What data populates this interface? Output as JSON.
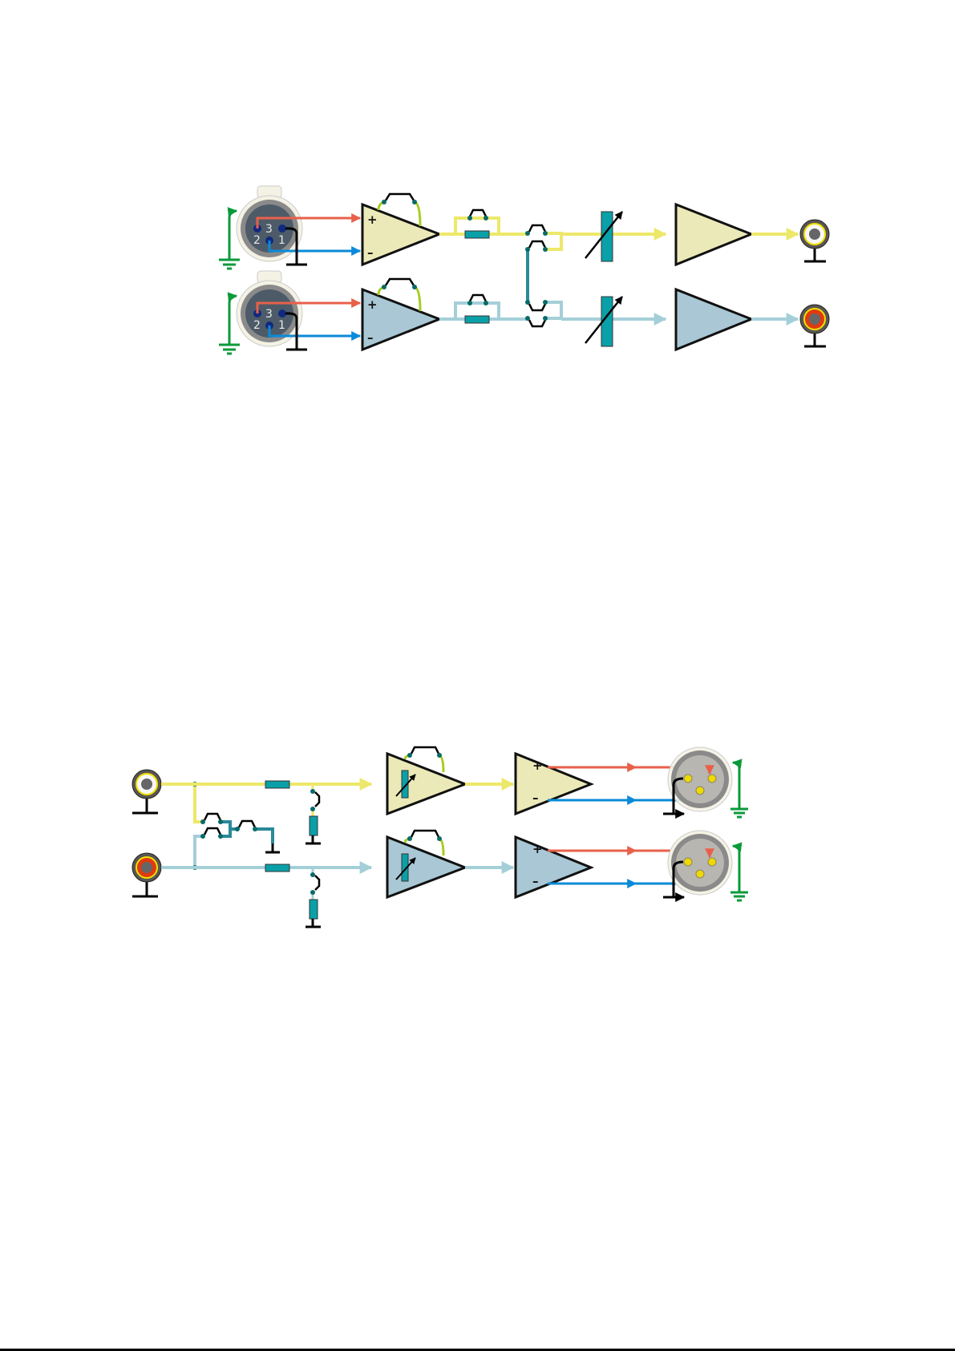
{
  "top_diagram": {
    "xlr_input_pins": [
      "2",
      "3",
      "1"
    ],
    "opamp_plus": "+",
    "opamp_minus": "–"
  },
  "bottom_diagram": {
    "opamp_plus": "+",
    "opamp_minus": "–"
  },
  "colors": {
    "left_channel": "#ede86a",
    "right_channel": "#a4cfd8",
    "hot": "#e8604a",
    "cold": "#0a8ad8",
    "ground": "#0a9a3a",
    "resistor": "#0aa0a8",
    "amp_left_fill": "#ebe9b8",
    "amp_right_fill": "#a9c7d4"
  }
}
